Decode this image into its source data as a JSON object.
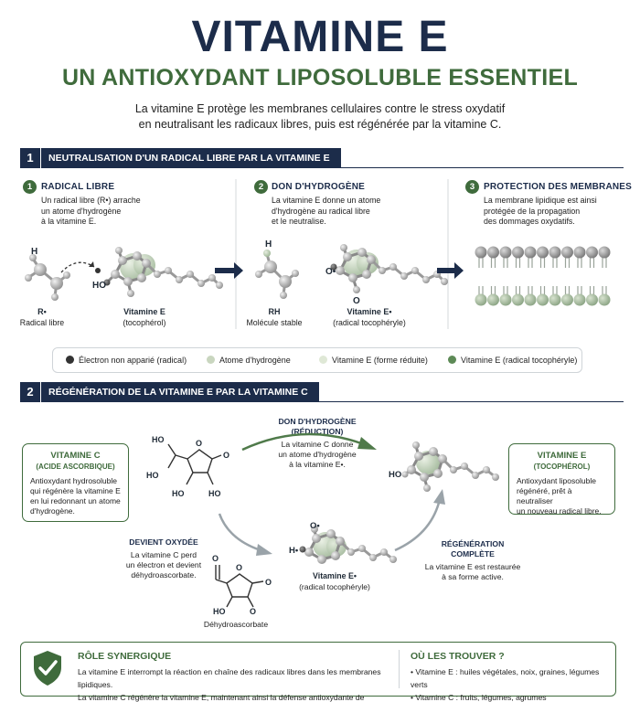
{
  "header": {
    "title": "VITAMINE E",
    "subtitle": "UN ANTIOXYDANT LIPOSOLUBLE ESSENTIEL",
    "intro_line1": "La vitamine E protège les membranes cellulaires contre le stress oxydatif",
    "intro_line2": "en neutralisant les radicaux libres, puis est régénérée par la vitamine C."
  },
  "section1": {
    "number": "1",
    "label": "NEUTRALISATION D'UN RADICAL LIBRE PAR LA VITAMINE E",
    "steps": [
      {
        "num": "1",
        "title": "RADICAL LIBRE",
        "text": [
          "Un radical libre (R•) arrache",
          "un atome d'hydrogène",
          "à la vitamine E."
        ]
      },
      {
        "num": "2",
        "title": "DON D'HYDROGÈNE",
        "text": [
          "La vitamine E donne un atome",
          "d'hydrogène au radical libre",
          "et le neutralise."
        ]
      },
      {
        "num": "3",
        "title": "PROTECTION DES MEMBRANES",
        "text": [
          "La membrane lipidique est ainsi",
          "protégée de la propagation",
          "des dommages oxydatifs."
        ]
      }
    ],
    "captions": {
      "r_radical_symbol": "R•",
      "r_radical_name": "Radical libre",
      "vitE_name": "Vitamine E",
      "vitE_sub": "(tocophérol)",
      "rh_symbol": "RH",
      "rh_name": "Molécule stable",
      "vitEr_name": "Vitamine E•",
      "vitEr_sub": "(radical tocophéryle)"
    },
    "atom_labels": {
      "h": "H",
      "ho": "HO",
      "o_radical": "O•",
      "o": "O"
    }
  },
  "legend": [
    {
      "label": "Électron non apparié (radical)",
      "color": "#333333"
    },
    {
      "label": "Atome d'hydrogène",
      "color": "#c9d6bf"
    },
    {
      "label": "Vitamine E (forme réduite)",
      "color": "#dfe8d6"
    },
    {
      "label": "Vitamine E (radical tocophéryle)",
      "color": "#5d8a56"
    }
  ],
  "section2": {
    "number": "2",
    "label": "RÉGÉNÉRATION DE LA VITAMINE E PAR LA VITAMINE C",
    "vitC_box": {
      "title1": "VITAMINE C",
      "title2": "(ACIDE ASCORBIQUE)",
      "text": [
        "Antioxydant hydrosoluble",
        "qui régénère la vitamine E",
        "en lui redonnant un atome",
        "d'hydrogène."
      ]
    },
    "vitE_box": {
      "title1": "VITAMINE E",
      "title2": "(TOCOPHÉROL)",
      "text": [
        "Antioxydant liposoluble",
        "régénéré, prêt à neutraliser",
        "un nouveau radical libre."
      ]
    },
    "don": {
      "title1": "DON D'HYDROGÈNE",
      "title2": "(RÉDUCTION)",
      "text": [
        "La vitamine C donne",
        "un atome d'hydrogène",
        "à la vitamine E•."
      ]
    },
    "oxydee": {
      "title": "DEVIENT OXYDÉE",
      "text": [
        "La vitamine C perd",
        "un électron et devient",
        "déhydroascorbate."
      ]
    },
    "regen": {
      "title1": "RÉGÉNÉRATION",
      "title2": "COMPLÈTE",
      "text": [
        "La vitamine E est restaurée",
        "à sa forme active."
      ]
    },
    "dehydro_label": "Déhydroascorbate",
    "vitEr_name": "Vitamine E•",
    "vitEr_sub": "(radical tocophéryle)",
    "atoms": {
      "ho": "HO",
      "o": "O",
      "h_dot": "H•",
      "o_dot": "O•"
    }
  },
  "bottom": {
    "role_title": "RÔLE SYNERGIQUE",
    "role_lines": [
      "La vitamine E interrompt la réaction en chaîne des radicaux libres dans les membranes lipidiques.",
      "La vitamine C régénère la vitamine E, maintenant ainsi la défense antioxydante de l'organisme."
    ],
    "where_title": "OÙ LES TROUVER ?",
    "where_lines": [
      "• Vitamine E : huiles végétales, noix, graines, légumes verts",
      "• Vitamine C : fruits, légumes, agrumes"
    ]
  }
}
